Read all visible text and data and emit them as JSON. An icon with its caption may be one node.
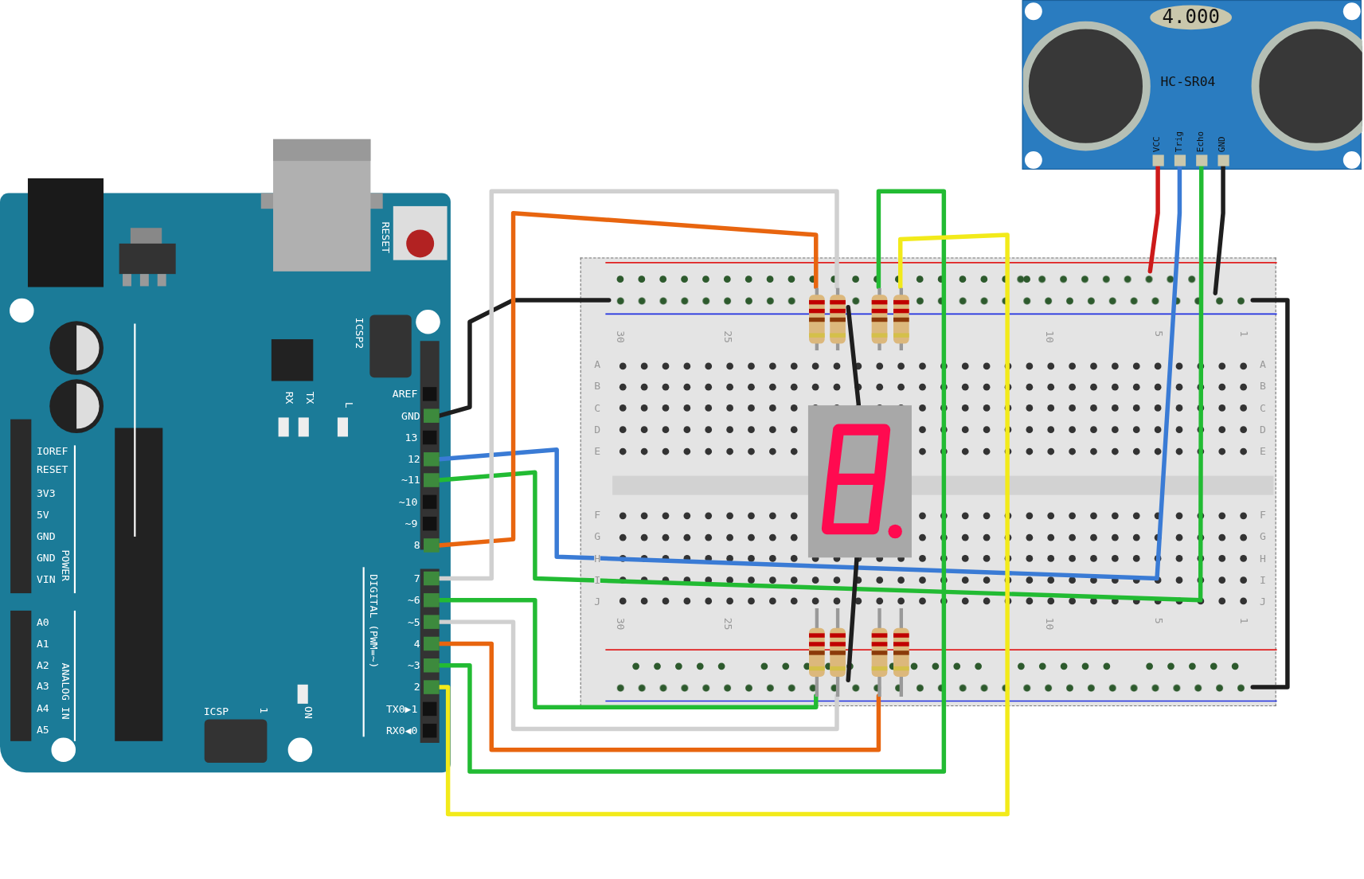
{
  "diagram": {
    "nodes": [
      {
        "text": [],
        "shape": "board"
      },
      {
        "text": [
          "GND"
        ],
        "in": 0
      },
      {
        "text": [
          "12"
        ],
        "in": 0
      },
      {
        "text": [
          "~11"
        ],
        "in": 0
      },
      {
        "text": [
          "8"
        ],
        "in": 0
      },
      {
        "text": [
          "7"
        ],
        "in": 0
      },
      {
        "text": [
          "~6"
        ],
        "in": 0
      },
      {
        "text": [
          "~5"
        ],
        "in": 0
      },
      {
        "text": [
          "4"
        ],
        "in": 0
      },
      {
        "text": [
          "~3"
        ],
        "in": 0
      },
      {
        "text": [
          "2"
        ],
        "in": 0
      },
      {
        "text": [
          "HC-SR04"
        ]
      },
      {
        "text": [
          "VCC"
        ],
        "in": 11
      },
      {
        "text": [
          "Trig"
        ],
        "in": 11
      },
      {
        "text": [
          "Echo"
        ],
        "in": 11
      },
      {
        "text": [
          "GND"
        ],
        "in": 11
      },
      {
        "text": [],
        "shape": "breadboard"
      },
      {
        "text": [],
        "shape": "bar",
        "in": 16
      },
      {
        "text": [],
        "shape": "bar",
        "in": 16
      },
      {
        "text": [],
        "shape": "bar",
        "in": 16
      },
      {
        "text": [],
        "shape": "resistor",
        "in": 16
      },
      {
        "text": [],
        "shape": "resistor",
        "in": 16
      },
      {
        "text": [],
        "shape": "resistor",
        "in": 16
      },
      {
        "text": [],
        "shape": "resistor",
        "in": 16
      },
      {
        "text": [],
        "shape": "resistor",
        "in": 16
      },
      {
        "text": [],
        "shape": "resistor",
        "in": 16
      },
      {
        "text": [],
        "shape": "resistor",
        "in": 16
      },
      {
        "text": [],
        "shape": "resistor",
        "in": 16
      },
      {
        "text": [],
        "shape": "display",
        "in": 16
      }
    ],
    "edges": [
      {
        "from": 1,
        "to": 18,
        "arrow": "none"
      },
      {
        "from": 2,
        "to": 13,
        "arrow": "none",
        "color": "#3a7bd5"
      },
      {
        "from": 3,
        "to": 14,
        "arrow": "none",
        "color": "#22bb33"
      },
      {
        "from": 4,
        "to": 20,
        "arrow": "none",
        "color": "#e8650f"
      },
      {
        "from": 5,
        "to": 21,
        "arrow": "none",
        "color": "#d0d0d0"
      },
      {
        "from": 6,
        "to": 24,
        "arrow": "none",
        "color": "#22bb33"
      },
      {
        "from": 7,
        "to": 25,
        "arrow": "none",
        "color": "#d0d0d0"
      },
      {
        "from": 8,
        "to": 26,
        "arrow": "none",
        "color": "#e8650f"
      },
      {
        "from": 9,
        "to": 22,
        "arrow": "none",
        "color": "#22bb33"
      },
      {
        "from": 10,
        "to": 23,
        "arrow": "none",
        "color": "#f2ea1a"
      },
      {
        "from": 12,
        "to": 17,
        "arrow": "none",
        "color": "#cc1a1a"
      },
      {
        "from": 15,
        "to": 18,
        "arrow": "none"
      },
      {
        "from": 18,
        "to": 19,
        "arrow": "none"
      },
      {
        "from": 18,
        "to": 28,
        "arrow": "none"
      },
      {
        "from": 28,
        "to": 19,
        "arrow": "none"
      }
    ],
    "labels": [
      "RESET",
      "ICSP2",
      "RX",
      "TX",
      "L",
      "AREF",
      "13",
      "~10",
      "~9",
      "TX0▶1",
      "RX0◀0",
      "IOREF",
      "RESET",
      "3V3",
      "5V",
      "GND",
      "GND",
      "VIN",
      "POWER",
      "A0",
      "A1",
      "A2",
      "A3",
      "A4",
      "A5",
      "ANALOG IN",
      "DIGITAL (PWM=~)",
      "ICSP",
      "1",
      "ON",
      "4.000",
      "30",
      "25",
      "10",
      "5",
      "1",
      "30",
      "25",
      "10",
      "5",
      "1",
      "A",
      "B",
      "C",
      "D",
      "E",
      "F",
      "G",
      "H",
      "I",
      "J",
      "A",
      "B",
      "C",
      "D",
      "E",
      "F",
      "G",
      "H",
      "I",
      "J"
    ]
  }
}
